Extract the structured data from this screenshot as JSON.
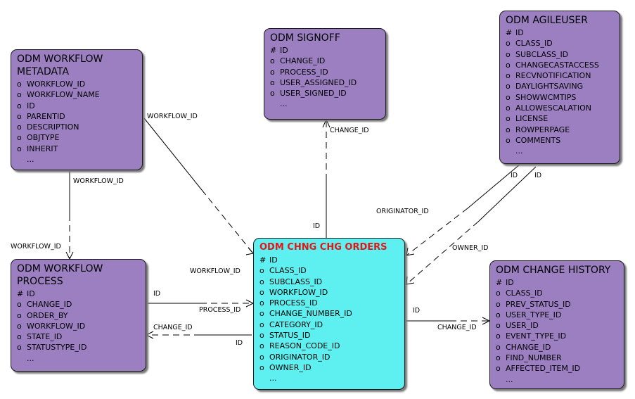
{
  "entities": {
    "workflow_metadata": {
      "title": "ODM WORKFLOW\nMETADATA",
      "fields": [
        {
          "marker": "o",
          "name": "WORKFLOW_ID"
        },
        {
          "marker": "o",
          "name": "WORKFLOW_NAME"
        },
        {
          "marker": "o",
          "name": "ID"
        },
        {
          "marker": "o",
          "name": "PARENTID"
        },
        {
          "marker": "o",
          "name": "DESCRIPTION"
        },
        {
          "marker": "o",
          "name": "OBJTYPE"
        },
        {
          "marker": "o",
          "name": "INHERIT"
        },
        {
          "marker": "",
          "name": "..."
        }
      ]
    },
    "signoff": {
      "title": "ODM SIGNOFF",
      "fields": [
        {
          "marker": "#",
          "name": "ID"
        },
        {
          "marker": "o",
          "name": "CHANGE_ID"
        },
        {
          "marker": "o",
          "name": "PROCESS_ID"
        },
        {
          "marker": "o",
          "name": "USER_ASSIGNED_ID"
        },
        {
          "marker": "o",
          "name": "USER_SIGNED_ID"
        },
        {
          "marker": "",
          "name": "..."
        }
      ]
    },
    "agileuser": {
      "title": "ODM AGILEUSER",
      "fields": [
        {
          "marker": "#",
          "name": "ID"
        },
        {
          "marker": "o",
          "name": "CLASS_ID"
        },
        {
          "marker": "o",
          "name": "SUBCLASS_ID"
        },
        {
          "marker": "o",
          "name": "CHANGECASTACCESS"
        },
        {
          "marker": "o",
          "name": "RECVNOTIFICATION"
        },
        {
          "marker": "o",
          "name": "DAYLIGHTSAVING"
        },
        {
          "marker": "o",
          "name": "SHOWWCMTIPS"
        },
        {
          "marker": "o",
          "name": "ALLOWESCALATION"
        },
        {
          "marker": "o",
          "name": "LICENSE"
        },
        {
          "marker": "o",
          "name": "ROWPERPAGE"
        },
        {
          "marker": "o",
          "name": "COMMENTS"
        },
        {
          "marker": "",
          "name": "..."
        }
      ]
    },
    "workflow_process": {
      "title": "ODM WORKFLOW\nPROCESS",
      "fields": [
        {
          "marker": "#",
          "name": "ID"
        },
        {
          "marker": "o",
          "name": "CHANGE_ID"
        },
        {
          "marker": "o",
          "name": "ORDER_BY"
        },
        {
          "marker": "o",
          "name": "WORKFLOW_ID"
        },
        {
          "marker": "o",
          "name": "STATE_ID"
        },
        {
          "marker": "o",
          "name": "STATUSTYPE_ID"
        },
        {
          "marker": "",
          "name": "..."
        }
      ]
    },
    "chng_chg_orders": {
      "title": "ODM CHNG CHG ORDERS",
      "fields": [
        {
          "marker": "#",
          "name": "ID"
        },
        {
          "marker": "o",
          "name": "CLASS_ID"
        },
        {
          "marker": "o",
          "name": "SUBCLASS_ID"
        },
        {
          "marker": "o",
          "name": "WORKFLOW_ID"
        },
        {
          "marker": "o",
          "name": "PROCESS_ID"
        },
        {
          "marker": "o",
          "name": "CHANGE_NUMBER_ID"
        },
        {
          "marker": "o",
          "name": "CATEGORY_ID"
        },
        {
          "marker": "o",
          "name": "STATUS_ID"
        },
        {
          "marker": "o",
          "name": "REASON_CODE_ID"
        },
        {
          "marker": "o",
          "name": "ORIGINATOR_ID"
        },
        {
          "marker": "o",
          "name": "OWNER_ID"
        },
        {
          "marker": "",
          "name": "..."
        }
      ]
    },
    "change_history": {
      "title": "ODM CHANGE HISTORY",
      "fields": [
        {
          "marker": "#",
          "name": "ID"
        },
        {
          "marker": "o",
          "name": "CLASS_ID"
        },
        {
          "marker": "o",
          "name": "PREV_STATUS_ID"
        },
        {
          "marker": "o",
          "name": "USER_TYPE_ID"
        },
        {
          "marker": "o",
          "name": "USER_ID"
        },
        {
          "marker": "o",
          "name": "EVENT_TYPE_ID"
        },
        {
          "marker": "o",
          "name": "CHANGE_ID"
        },
        {
          "marker": "o",
          "name": "FIND_NUMBER"
        },
        {
          "marker": "o",
          "name": "AFFECTED_ITEM_ID"
        },
        {
          "marker": "",
          "name": "..."
        }
      ]
    }
  },
  "relationship_labels": {
    "meta_to_orders": "WORKFLOW_ID",
    "meta_to_process_top": "WORKFLOW_ID",
    "meta_to_process_bottom": "WORKFLOW_ID",
    "signoff_change": "CHANGE_ID",
    "orders_id_top": "ID",
    "originator": "ORIGINATOR_ID",
    "owner": "OWNER_ID",
    "agileuser_id_1": "ID",
    "agileuser_id_2": "ID",
    "orders_workflow": "WORKFLOW_ID",
    "process_id": "ID",
    "process_process_id": "PROCESS_ID",
    "process_change": "CHANGE_ID",
    "orders_id_process": "ID",
    "orders_id_history": "ID",
    "history_change": "CHANGE_ID"
  },
  "colors": {
    "entity_fill": "#9b7fc1",
    "focus_fill": "#5ef0f0",
    "focus_title": "#e01818",
    "line": "#000000"
  }
}
